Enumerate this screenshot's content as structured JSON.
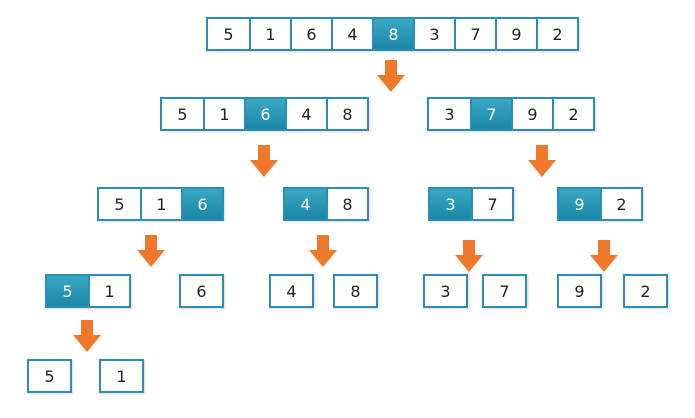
{
  "colors": {
    "border": "#2a8fb8",
    "pivot_fill": "#1a87a8",
    "arrow": "#f0782a"
  },
  "nodes": [
    {
      "id": "n0",
      "values": [
        "5",
        "1",
        "6",
        "4",
        "8",
        "3",
        "7",
        "9",
        "2"
      ],
      "pivot": 4
    },
    {
      "id": "n1",
      "values": [
        "5",
        "1",
        "6",
        "4",
        "8"
      ],
      "pivot": 2
    },
    {
      "id": "n2",
      "values": [
        "3",
        "7",
        "9",
        "2"
      ],
      "pivot": 1
    },
    {
      "id": "n3",
      "values": [
        "5",
        "1",
        "6"
      ],
      "pivot": 2
    },
    {
      "id": "n4",
      "values": [
        "4",
        "8"
      ],
      "pivot": 0
    },
    {
      "id": "n5",
      "values": [
        "3",
        "7"
      ],
      "pivot": 0
    },
    {
      "id": "n6",
      "values": [
        "9",
        "2"
      ],
      "pivot": 0
    },
    {
      "id": "n7",
      "values": [
        "5",
        "1"
      ],
      "pivot": 0
    },
    {
      "id": "n8",
      "values": [
        "6"
      ],
      "pivot": -1
    },
    {
      "id": "n9",
      "values": [
        "4"
      ],
      "pivot": -1
    },
    {
      "id": "n10",
      "values": [
        "8"
      ],
      "pivot": -1
    },
    {
      "id": "n11",
      "values": [
        "3"
      ],
      "pivot": -1
    },
    {
      "id": "n12",
      "values": [
        "7"
      ],
      "pivot": -1
    },
    {
      "id": "n13",
      "values": [
        "9"
      ],
      "pivot": -1
    },
    {
      "id": "n14",
      "values": [
        "2"
      ],
      "pivot": -1
    },
    {
      "id": "n15",
      "values": [
        "5"
      ],
      "pivot": -1
    },
    {
      "id": "n16",
      "values": [
        "1"
      ],
      "pivot": -1
    }
  ],
  "arrows": [
    "a0",
    "a1",
    "a2",
    "a3",
    "a4",
    "a5",
    "a6",
    "a7"
  ]
}
